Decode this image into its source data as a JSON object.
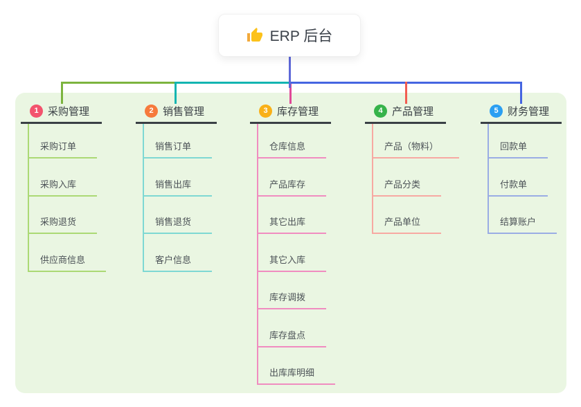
{
  "root": {
    "label": "ERP 后台",
    "icon": "thumbs-up-icon"
  },
  "branches": [
    {
      "number": "1",
      "label": "采购管理",
      "line_color": "#7cb43e",
      "child_line_color": "#abd974",
      "badge_color": "#f3536d",
      "children": [
        "采购订单",
        "采购入库",
        "采购退货",
        "供应商信息"
      ]
    },
    {
      "number": "2",
      "label": "销售管理",
      "line_color": "#13b5b1",
      "child_line_color": "#7ed8d3",
      "badge_color": "#f67a3c",
      "children": [
        "销售订单",
        "销售出库",
        "销售退货",
        "客户信息"
      ]
    },
    {
      "number": "3",
      "label": "库存管理",
      "line_color": "#e04898",
      "child_line_color": "#f08cc0",
      "badge_color": "#f9b017",
      "children": [
        "仓库信息",
        "产品库存",
        "其它出库",
        "其它入库",
        "库存调拨",
        "库存盘点",
        "出库库明细"
      ]
    },
    {
      "number": "4",
      "label": "产品管理",
      "line_color": "#f25d52",
      "child_line_color": "#f7a8a2",
      "badge_color": "#36b34a",
      "children": [
        "产品（物料）",
        "产品分类",
        "产品单位"
      ]
    },
    {
      "number": "5",
      "label": "财务管理",
      "line_color": "#4565e1",
      "child_line_color": "#9aace4",
      "badge_color": "#2b9ff2",
      "children": [
        "回款单",
        "付款单",
        "结算账户"
      ]
    }
  ],
  "colors": {
    "panel_bg": "#eaf6e2",
    "root_stem": "#5e68d8",
    "header_text": "#3a4045",
    "child_text": "#4c5257"
  }
}
